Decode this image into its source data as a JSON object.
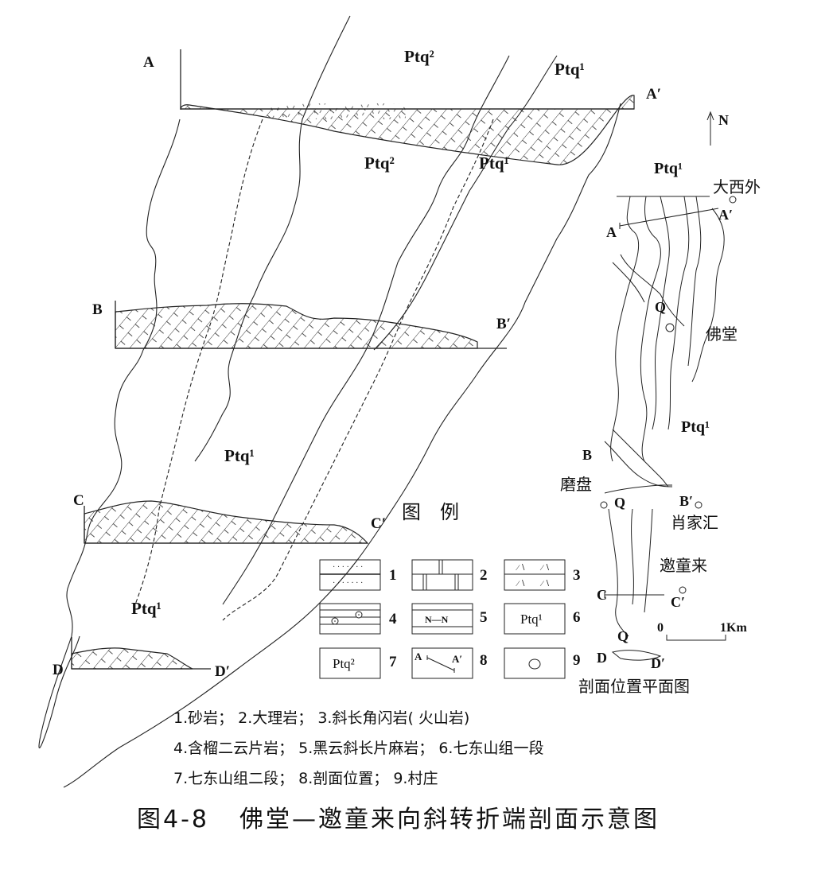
{
  "caption": {
    "figure_number": "图4-8",
    "title": "佛堂—邀童来向斜转折端剖面示意图"
  },
  "sections": [
    {
      "id": "A",
      "start_label": "A",
      "end_label": "A′"
    },
    {
      "id": "B",
      "start_label": "B",
      "end_label": "B′"
    },
    {
      "id": "C",
      "start_label": "C",
      "end_label": "C′"
    },
    {
      "id": "D",
      "start_label": "D",
      "end_label": "D′"
    }
  ],
  "unit_labels": {
    "top_ptq2": "Ptq²",
    "top_ptq1": "Ptq¹",
    "mid_ptq2": "Ptq²",
    "mid_ptq1": "Ptq¹",
    "lower_ptq1": "Ptq¹",
    "bottom_ptq1": "Ptq¹"
  },
  "legend": {
    "title": "图　例",
    "items": [
      {
        "number": "1",
        "symbol": "sandstone-pattern",
        "description": "砂岩"
      },
      {
        "number": "2",
        "symbol": "marble-pattern",
        "description": "大理岩"
      },
      {
        "number": "3",
        "symbol": "plagioclase-amphibolite-pattern",
        "description": "斜长角闪岩( 火山岩)"
      },
      {
        "number": "4",
        "symbol": "garnet-two-mica-schist-pattern",
        "description": "含榴二云片岩"
      },
      {
        "number": "5",
        "symbol": "biotite-plagioclase-gneiss-pattern",
        "symbol_text": "N—N",
        "description": "黑云斜长片麻岩"
      },
      {
        "number": "6",
        "symbol": "unit-box",
        "symbol_text": "Ptq¹",
        "description": "七东山组一段"
      },
      {
        "number": "7",
        "symbol": "unit-box",
        "symbol_text": "Ptq²",
        "description": "七东山组二段"
      },
      {
        "number": "8",
        "symbol": "section-line",
        "symbol_text_start": "A",
        "symbol_text_end": "A′",
        "description": "剖面位置"
      },
      {
        "number": "9",
        "symbol": "village-circle",
        "description": "村庄"
      }
    ],
    "description_lines": [
      "1.砂岩； 2.大理岩； 3.斜长角闪岩( 火山岩)",
      "4.含榴二云片岩； 5.黑云斜长片麻岩； 6.七东山组一段",
      "7.七东山组二段； 8.剖面位置； 9.村庄"
    ]
  },
  "inset_map": {
    "title": "剖面位置平面图",
    "north_label": "N",
    "unit_top": "Ptq¹",
    "unit_mid": "Ptq¹",
    "quaternary_label": "Q",
    "villages": [
      "大西外",
      "佛堂",
      "磨盘",
      "肖家汇",
      "邀童来"
    ],
    "scale_bar": {
      "start": "0",
      "end": "1Km"
    },
    "section_labels": {
      "A": "A",
      "A2": "A′",
      "B": "B",
      "B2": "B′",
      "C": "C",
      "C2": "C′",
      "D": "D",
      "D2": "D′"
    }
  }
}
